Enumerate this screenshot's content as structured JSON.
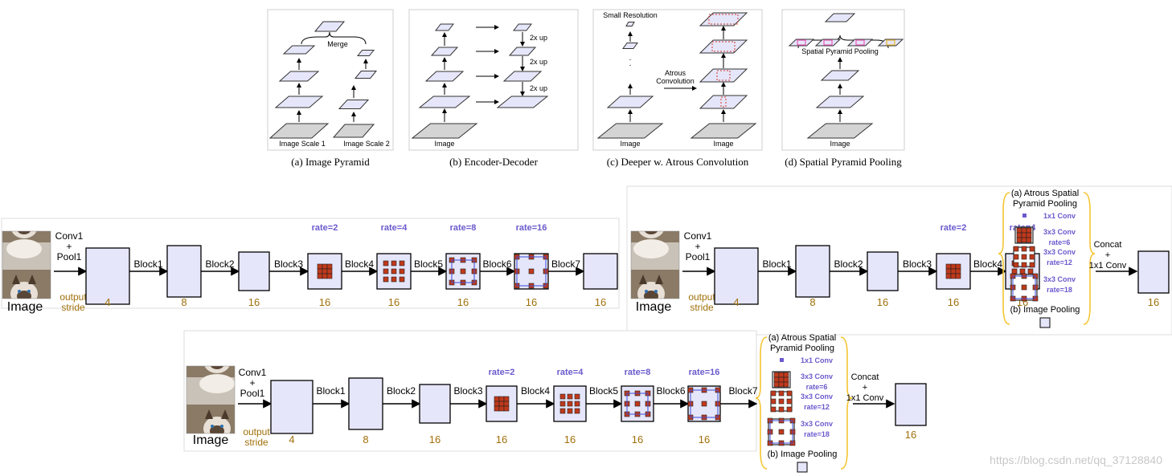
{
  "top_panels": [
    {
      "caption": "(a) Image Pyramid",
      "labels": {
        "merge": "Merge",
        "bottom_left": "Image Scale 1",
        "bottom_right": "Image Scale 2"
      }
    },
    {
      "caption": "(b) Encoder-Decoder",
      "labels": {
        "bottom": "Image",
        "up1": "2x up",
        "up2": "2x up",
        "up3": "2x up"
      }
    },
    {
      "caption": "(c) Deeper w. Atrous Convolution",
      "labels": {
        "small_res": "Small Resolution",
        "atrous_line1": "Atrous",
        "atrous_line2": "Convolution",
        "bottom_left": "Image",
        "bottom_right": "Image"
      }
    },
    {
      "caption": "(d) Spatial Pyramid Pooling",
      "labels": {
        "spp": "Spatial Pyramid Pooling",
        "bottom": "Image"
      }
    }
  ],
  "network": {
    "image_label": "Image",
    "conv1_lines": [
      "Conv1",
      "+",
      "Pool1"
    ],
    "output_stride_lines": [
      "output",
      "stride"
    ],
    "blocks": [
      "Block1",
      "Block2",
      "Block3",
      "Block4",
      "Block5",
      "Block6",
      "Block7"
    ],
    "rates": [
      "rate=2",
      "rate=4",
      "rate=8",
      "rate=16"
    ],
    "strides_full": [
      "4",
      "8",
      "16",
      "16",
      "16",
      "16",
      "16",
      "16"
    ],
    "strides_short": [
      "4",
      "8",
      "16",
      "16",
      "16"
    ]
  },
  "aspp": {
    "title_lines": [
      "(a) Atrous Spatial",
      "Pyramid Pooling"
    ],
    "items": [
      [
        "1x1 Conv"
      ],
      [
        "3x3 Conv",
        "rate=6"
      ],
      [
        "3x3 Conv",
        "rate=12"
      ],
      [
        "3x3 Conv",
        "rate=18"
      ]
    ],
    "image_pooling": "(b) Image Pooling",
    "concat_lines": [
      "Concat",
      "+",
      "1x1 Conv"
    ]
  },
  "watermark": "https://blog.csdn.net/qq_37128840",
  "colors": {
    "box_fill": "#e6e6fa",
    "rate_blue": "#6a5acd",
    "stride_brown": "#a0700a",
    "cell_red": "#c0391b",
    "brace": "#f4c430"
  }
}
